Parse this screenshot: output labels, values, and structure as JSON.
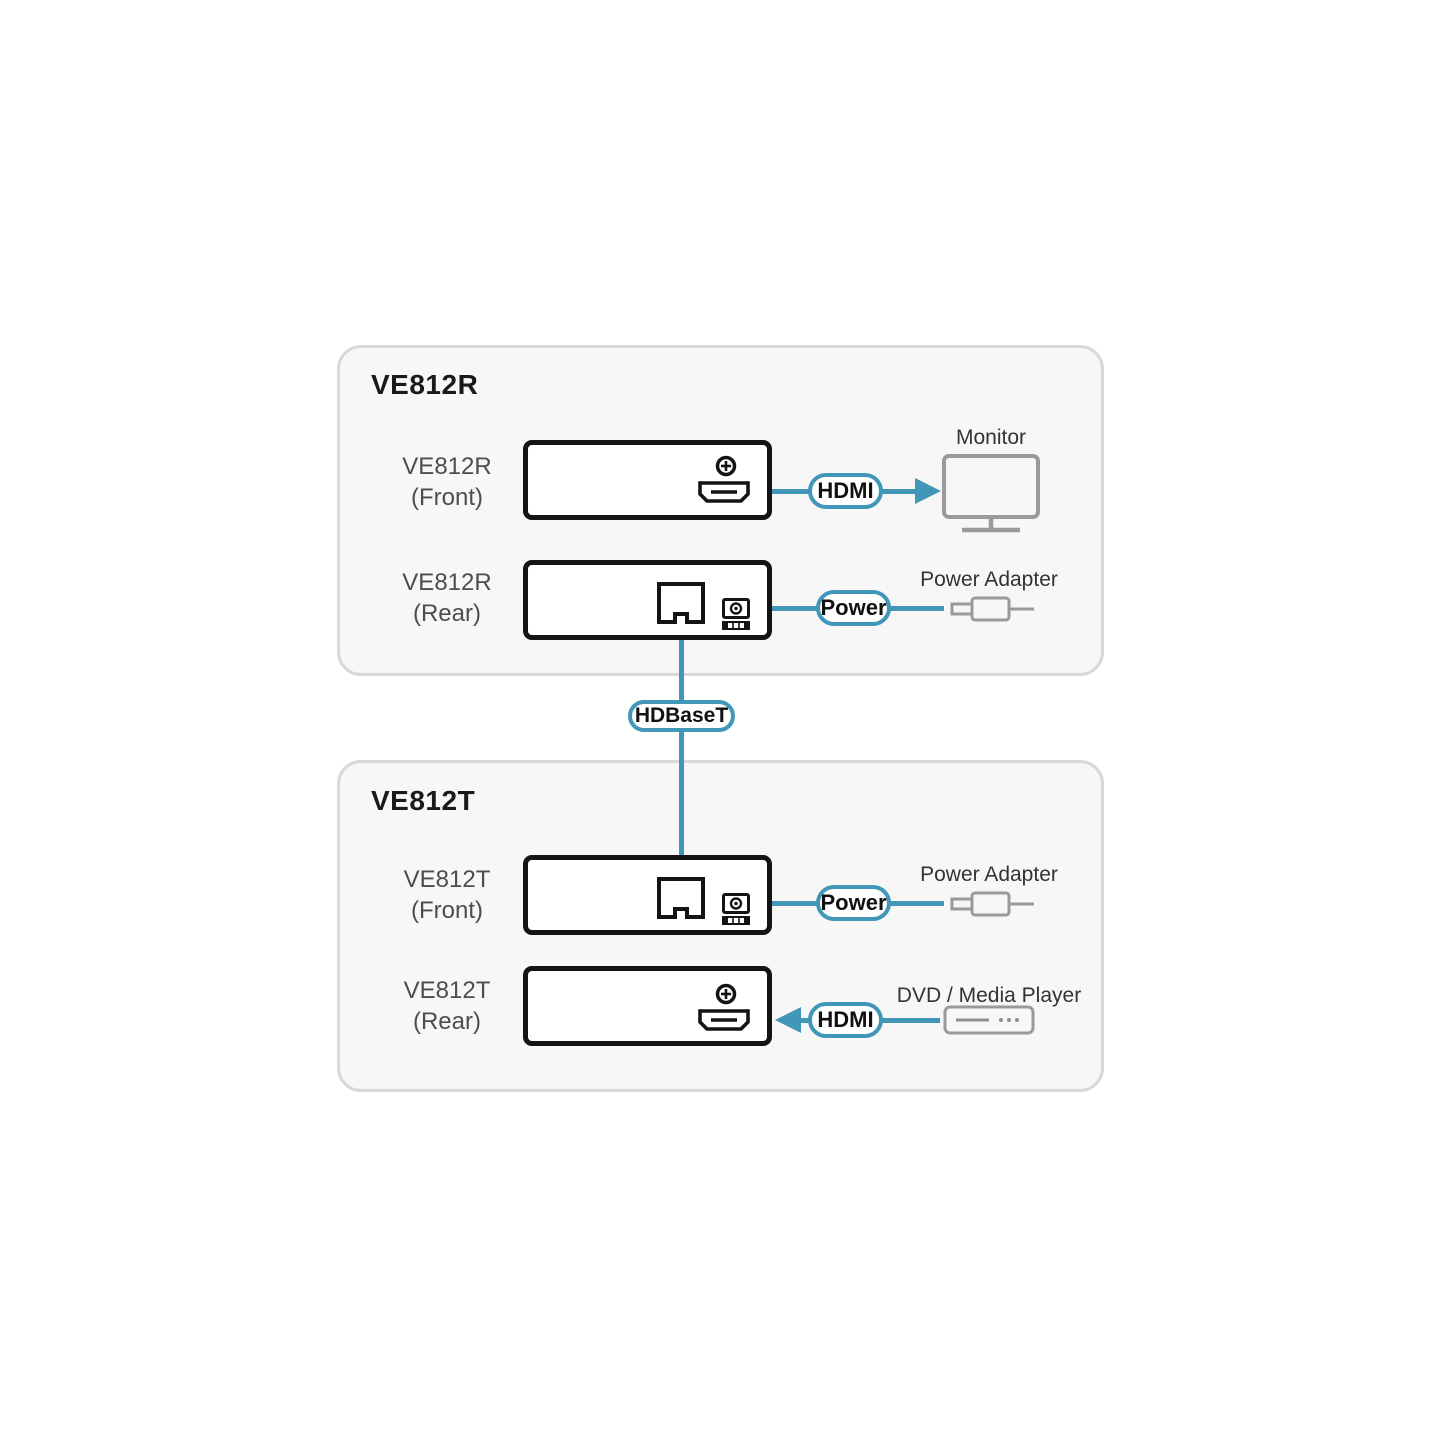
{
  "diagram": {
    "hdbaset_label": "HDBaseT",
    "colors": {
      "accent_blue": "#4296B8",
      "panel_bg": "#f7f7f7",
      "panel_border": "#d8d8d8",
      "device_border": "#141414",
      "icon_gray": "#9a9a9a",
      "device_label_gray": "#4d4d4d",
      "label_dark": "#333333"
    }
  },
  "panel_r": {
    "title": "VE812R",
    "front": {
      "line1": "VE812R",
      "line2": "(Front)"
    },
    "rear": {
      "line1": "VE812R",
      "line2": "(Rear)"
    },
    "hdmi_pill": "HDMI",
    "power_pill": "Power",
    "monitor_label": "Monitor",
    "power_adapter_label": "Power Adapter"
  },
  "panel_t": {
    "title": "VE812T",
    "front": {
      "line1": "VE812T",
      "line2": "(Front)"
    },
    "rear": {
      "line1": "VE812T",
      "line2": "(Rear)"
    },
    "power_pill": "Power",
    "hdmi_pill": "HDMI",
    "power_adapter_label": "Power Adapter",
    "dvd_label": "DVD / Media Player"
  }
}
